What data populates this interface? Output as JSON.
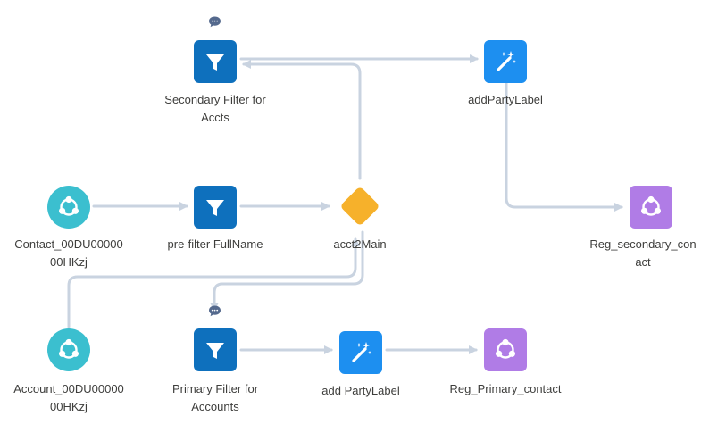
{
  "nodes": {
    "contact_input": {
      "line1": "Contact_00DU00000",
      "line2": "00HKzj"
    },
    "account_input": {
      "line1": "Account_00DU00000",
      "line2": "00HKzj"
    },
    "prefilter_fullname": {
      "label": "pre-filter FullName"
    },
    "secondary_filter": {
      "line1": "Secondary Filter for",
      "line2": "Accts"
    },
    "primary_filter": {
      "line1": "Primary Filter for",
      "line2": "Accounts"
    },
    "acct2main": {
      "label": "acct2Main"
    },
    "add_party_label_top": {
      "label": "addPartyLabel"
    },
    "add_party_label_bottom": {
      "label": "add PartyLabel"
    },
    "reg_secondary_contact": {
      "line1": "Reg_secondary_con",
      "line2": "act"
    },
    "reg_primary_contact": {
      "label": "Reg_Primary_contact"
    }
  },
  "colors": {
    "connector": "#c9d3e0",
    "input_node": "#3bbfcf",
    "filter_node": "#0e70bd",
    "transform_node": "#1d8ff0",
    "join_node": "#f6b12b",
    "output_node": "#b07ce6",
    "comment_icon": "#54698d"
  },
  "icons": {
    "input": "share-network-icon",
    "filter": "funnel-icon",
    "transform": "magic-wand-icon",
    "join": "join-database-icon",
    "output": "share-network-icon",
    "comment": "comment-bubble-icon"
  }
}
